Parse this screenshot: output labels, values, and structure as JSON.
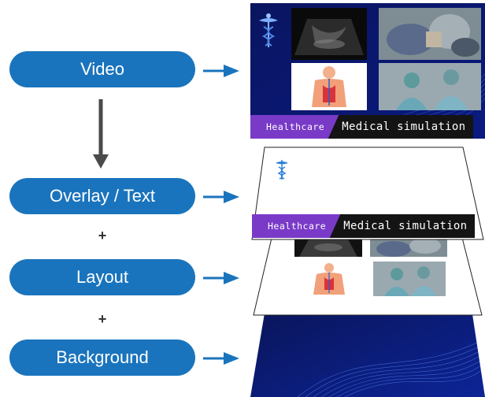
{
  "labels": {
    "video": "Video",
    "overlay": "Overlay / Text",
    "layout": "Layout",
    "background": "Background",
    "plus1": "+",
    "plus2": "+"
  },
  "ribbon": {
    "category": "Healthcare",
    "title": "Medical simulation"
  },
  "colors": {
    "pill": "#1a74bd",
    "ribbon_category": "#7a3ac8",
    "ribbon_title": "#141414",
    "background_deep": "#0a1a6e"
  },
  "icons": {
    "logo": "caduceus-icon"
  }
}
